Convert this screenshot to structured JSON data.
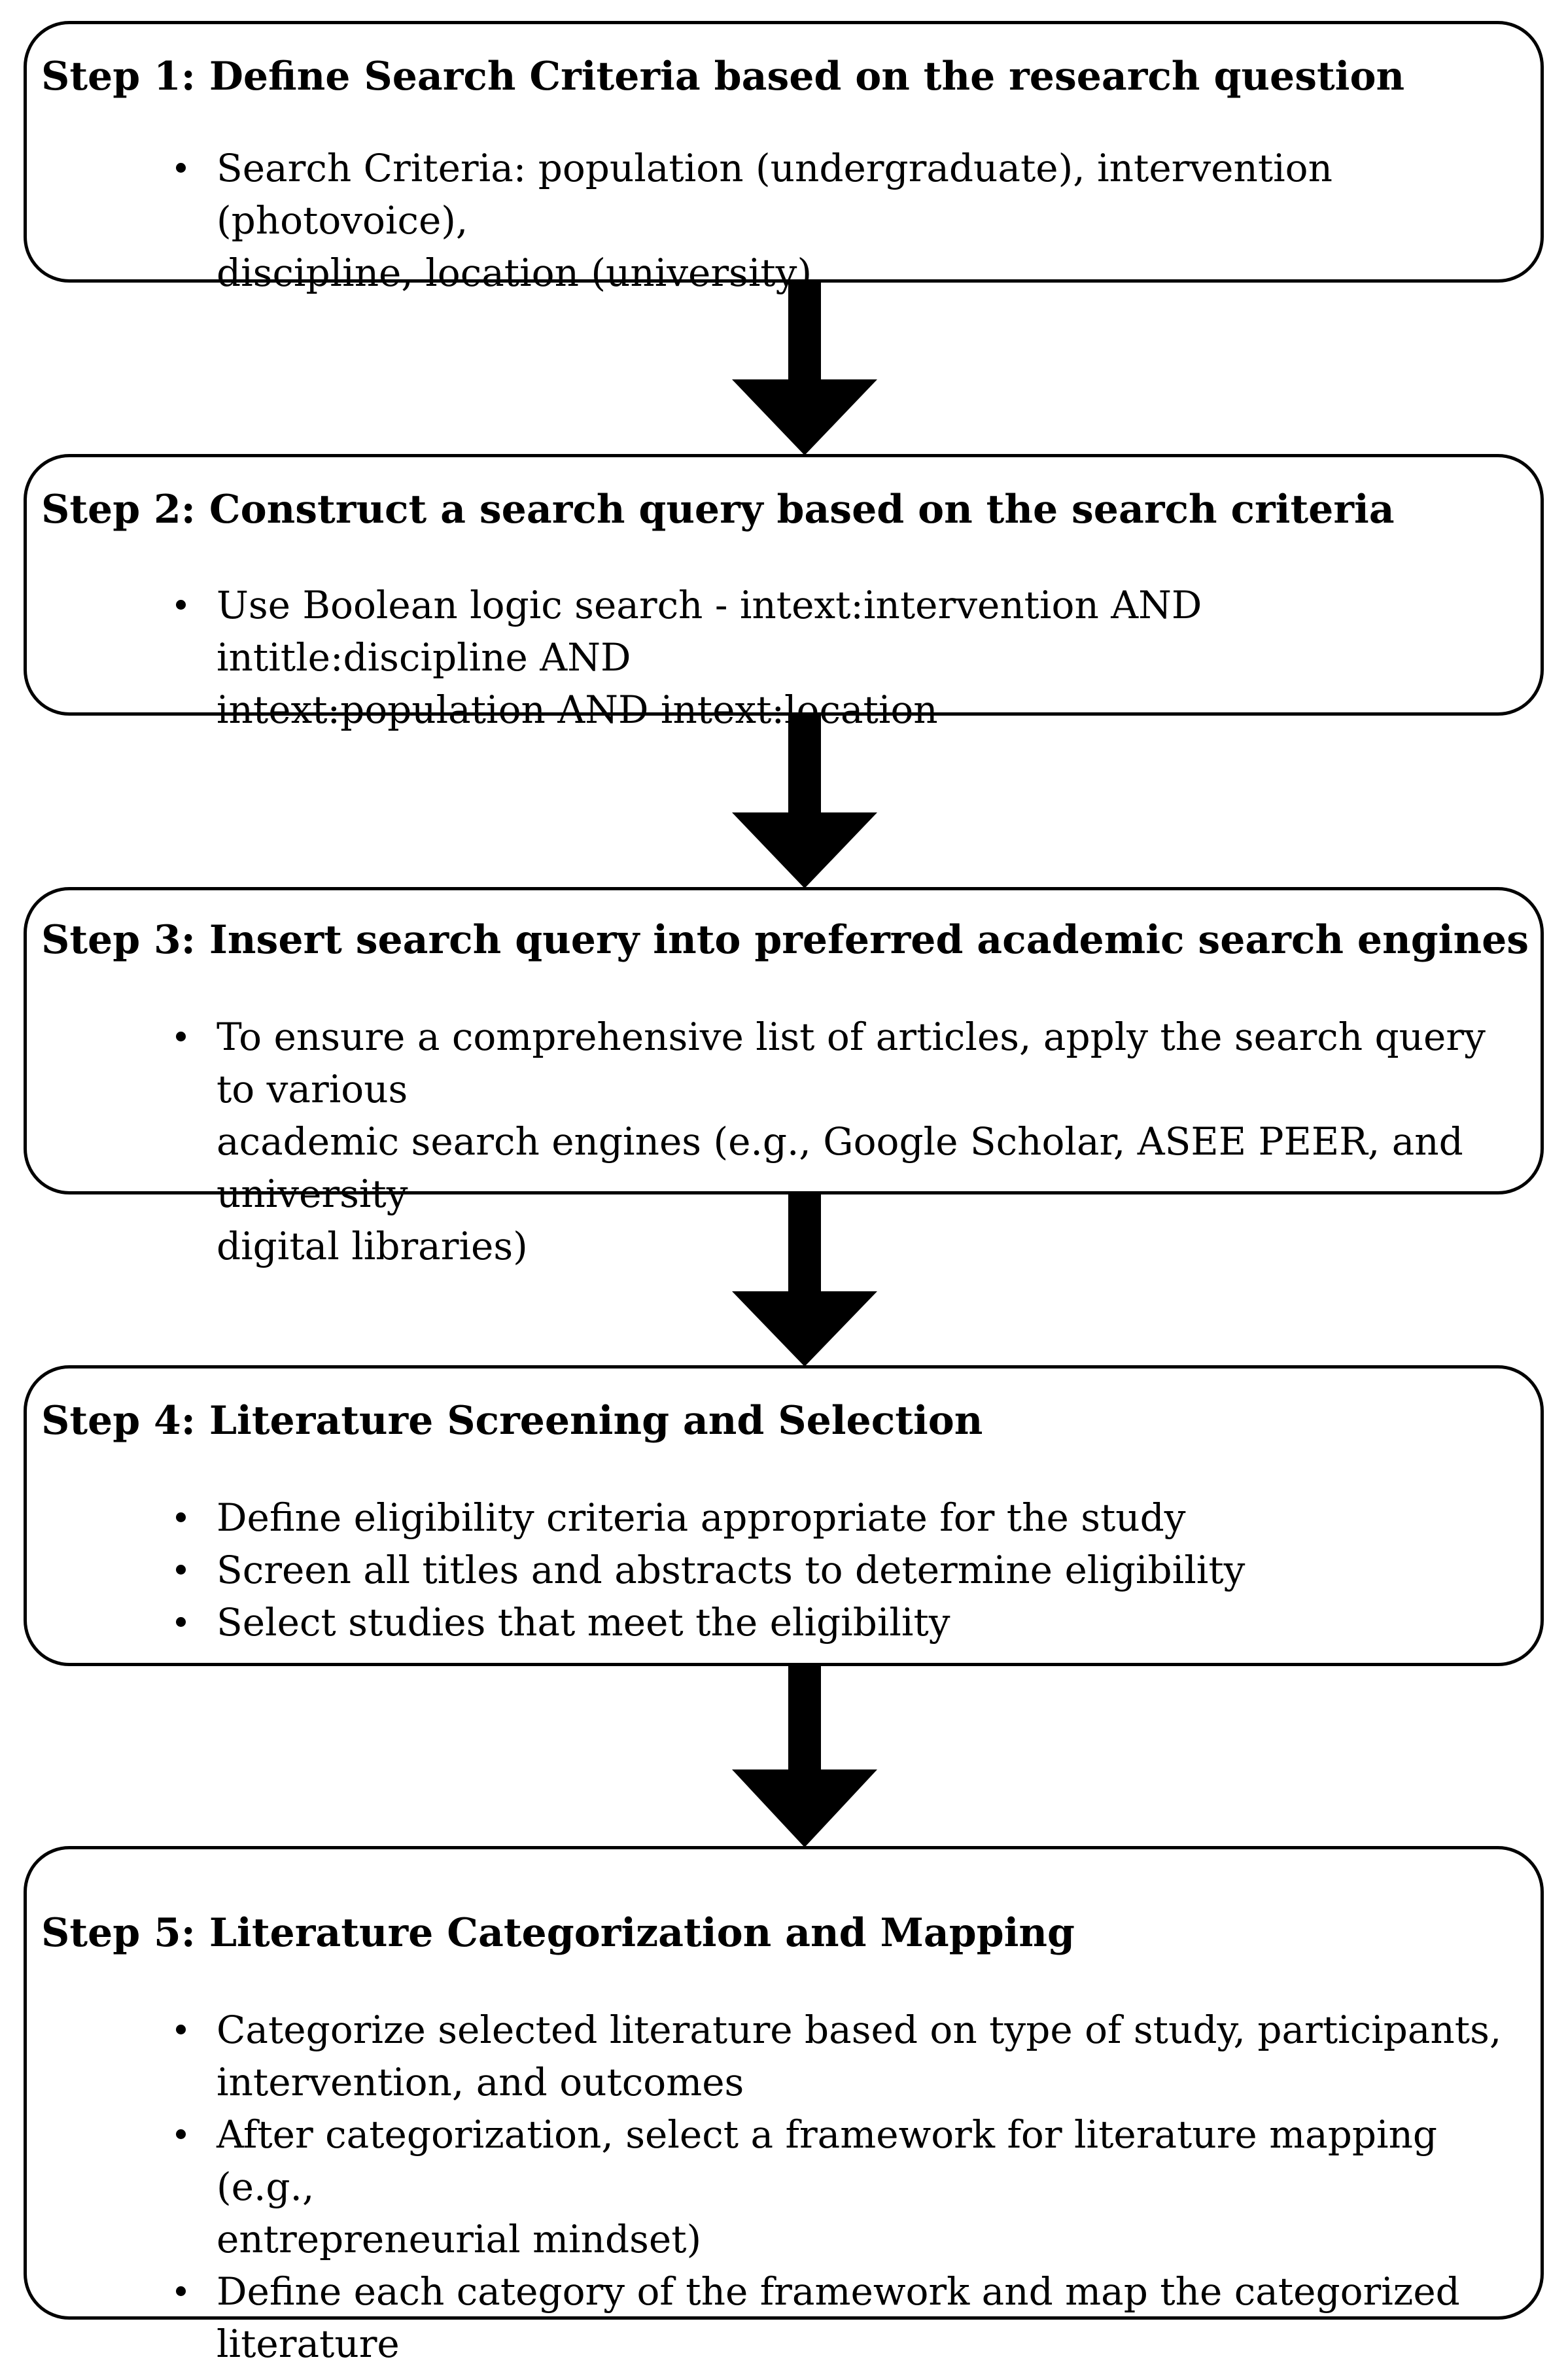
{
  "steps": [
    {
      "title": "Step 1: Define Search Criteria based on the research question",
      "bullets": [
        {
          "lines": [
            "Search Criteria: population (undergraduate), intervention (photovoice),",
            "discipline, location (university)"
          ]
        }
      ]
    },
    {
      "title": "Step 2: Construct a search query based on the search criteria",
      "bullets": [
        {
          "lines": [
            "Use Boolean logic search - intext:intervention AND intitle:discipline AND",
            "intext:population AND intext:location"
          ]
        }
      ]
    },
    {
      "title": "Step 3: Insert search query into preferred academic search engines",
      "bullets": [
        {
          "lines": [
            "To ensure a comprehensive list of articles, apply the search query to various",
            "academic search engines (e.g., Google Scholar, ASEE PEER, and university",
            "digital libraries)"
          ]
        }
      ]
    },
    {
      "title": "Step 4: Literature Screening and Selection",
      "bullets": [
        {
          "lines": [
            "Define eligibility criteria appropriate for the study"
          ]
        },
        {
          "lines": [
            "Screen all titles and abstracts to determine eligibility"
          ]
        },
        {
          "lines": [
            "Select studies that meet the eligibility"
          ]
        }
      ]
    },
    {
      "title": "Step 5: Literature Categorization and Mapping",
      "bullets": [
        {
          "lines": [
            "Categorize selected literature based on type of study, participants,",
            "intervention, and outcomes"
          ]
        },
        {
          "lines": [
            "After categorization, select a framework for literature mapping (e.g.,",
            "entrepreneurial mindset)"
          ]
        },
        {
          "lines": [
            "Define each category of the framework and map the categorized literature"
          ]
        }
      ]
    }
  ],
  "connector_icon": "down-arrow-icon",
  "colors": {
    "stroke": "#000000",
    "background": "#ffffff",
    "text": "#000000"
  }
}
